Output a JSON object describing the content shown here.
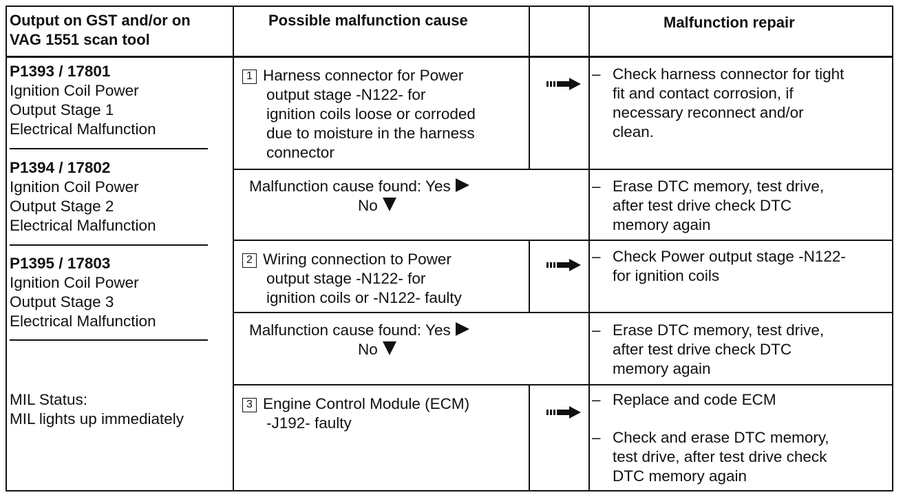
{
  "headers": {
    "output": [
      "Output on GST and/or on",
      "VAG 1551 scan tool"
    ],
    "cause": "Possible malfunction cause",
    "repair": "Malfunction repair"
  },
  "codes": [
    {
      "code": "P1393 / 17801",
      "lines": [
        "Ignition Coil Power",
        "Output Stage 1",
        "Electrical Malfunction"
      ]
    },
    {
      "code": "P1394 / 17802",
      "lines": [
        "Ignition Coil Power",
        "Output Stage 2",
        "Electrical Malfunction"
      ]
    },
    {
      "code": "P1395 / 17803",
      "lines": [
        "Ignition Coil Power",
        "Output Stage 3",
        "Electrical Malfunction"
      ]
    }
  ],
  "mil": [
    "MIL Status:",
    "MIL lights up immediately"
  ],
  "steps": [
    {
      "number": "1",
      "cause": [
        "Harness connector for Power",
        "output stage -N122- for",
        "ignition coils loose or corroded",
        "due to moisture in the harness",
        "connector"
      ],
      "repair": [
        [
          "Check harness connector for tight",
          "fit and contact corrosion, if",
          "necessary reconnect and/or",
          "clean."
        ]
      ]
    },
    {
      "number": "2",
      "cause": [
        "Wiring connection to Power",
        "output stage -N122- for",
        "ignition coils or -N122- faulty"
      ],
      "repair": [
        [
          "Check Power output stage -N122-",
          "for ignition coils"
        ]
      ]
    },
    {
      "number": "3",
      "cause": [
        "Engine Control Module (ECM)",
        "-J192- faulty"
      ],
      "repair": [
        [
          "Replace and code ECM"
        ],
        [
          "Check and erase DTC memory,",
          "test drive, after test drive check",
          "DTC memory again"
        ]
      ]
    }
  ],
  "found": {
    "yes_label": "Malfunction cause found: Yes",
    "no_label": "No",
    "repair": [
      "Erase DTC memory, test drive,",
      "after test drive check DTC",
      "memory again"
    ]
  },
  "dash": "–"
}
